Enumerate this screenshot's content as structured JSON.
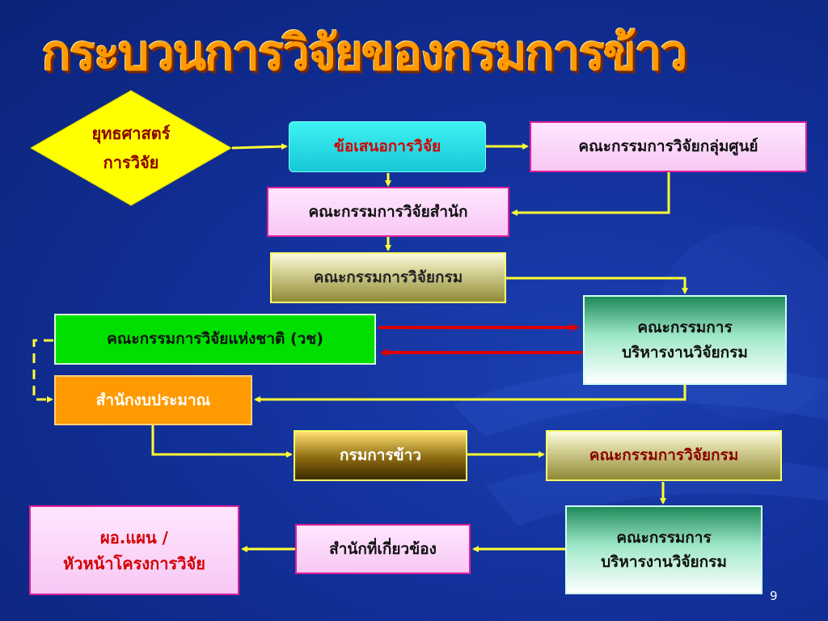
{
  "title": "กระบวนการวิจัยของกรมการข้าว",
  "page_number": "9",
  "nodes": {
    "strategy": {
      "line1": "ยุทธศาสตร์",
      "line2": "การวิจัย"
    },
    "proposal": "ข้อเสนอการวิจัย",
    "center_group_committee": "คณะกรรมการวิจัยกลุ่มศูนย์",
    "bureau_committee": "คณะกรรมการวิจัยสำนัก",
    "dept_committee_1": "คณะกรรมการวิจัยกรม",
    "management_committee_1": {
      "line1": "คณะกรรมการ",
      "line2": "บริหารงานวิจัยกรม"
    },
    "nrct": "คณะกรรมการวิจัยแห่งชาติ (วช)",
    "budget_bureau": "สำนักงบประมาณ",
    "rice_department": "กรมการข้าว",
    "dept_committee_2": "คณะกรรมการวิจัยกรม",
    "management_committee_2": {
      "line1": "คณะกรรมการ",
      "line2": "บริหารงานวิจัยกรม"
    },
    "related_bureaus": "สำนักที่เกี่ยวข้อง",
    "director": {
      "line1": "ผอ.แผน /",
      "line2": "หัวหน้าโครงการวิจัย"
    }
  },
  "colors": {
    "arrow": "#ffff33",
    "red_arrow": "#e00000",
    "title": "#ff9a00",
    "background": "#12309a"
  }
}
